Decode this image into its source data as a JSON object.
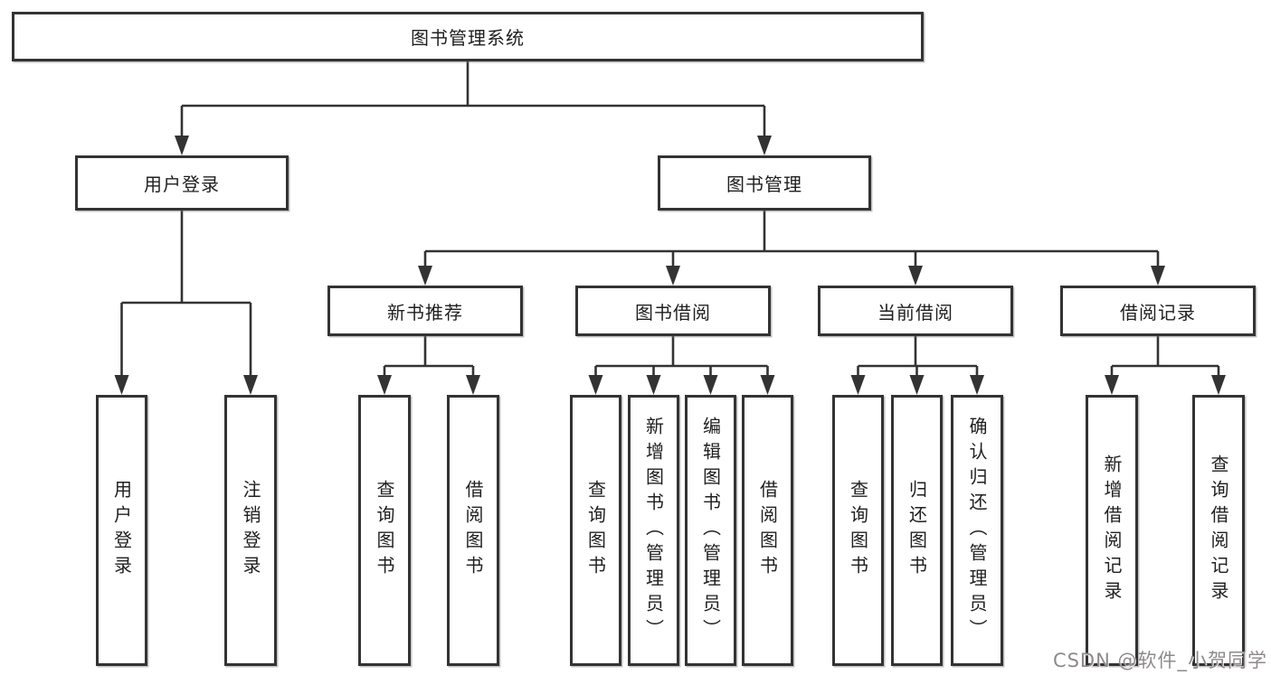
{
  "diagram": {
    "root": {
      "label": "图书管理系统"
    },
    "level2": [
      {
        "label": "用户登录",
        "children": [
          {
            "label": "用户登录"
          },
          {
            "label": "注销登录"
          }
        ]
      },
      {
        "label": "图书管理",
        "children": [
          {
            "label": "新书推荐",
            "children": [
              {
                "label": "查询图书"
              },
              {
                "label": "借阅图书"
              }
            ]
          },
          {
            "label": "图书借阅",
            "children": [
              {
                "label": "查询图书"
              },
              {
                "label": "新增图书（管理员）"
              },
              {
                "label": "编辑图书（管理员）"
              },
              {
                "label": "借阅图书"
              }
            ]
          },
          {
            "label": "当前借阅",
            "children": [
              {
                "label": "查询图书"
              },
              {
                "label": "归还图书"
              },
              {
                "label": "确认归还（管理员）"
              }
            ]
          },
          {
            "label": "借阅记录",
            "children": [
              {
                "label": "新增借阅记录"
              },
              {
                "label": "查询借阅记录"
              }
            ]
          }
        ]
      }
    ]
  },
  "watermark": {
    "text": "CSDN @软件_小贺同学"
  },
  "colors": {
    "line": "#333333",
    "border": "#333333",
    "text": "#1f1f1f",
    "watermark": "#8f8a8a",
    "background": "#ffffff"
  }
}
